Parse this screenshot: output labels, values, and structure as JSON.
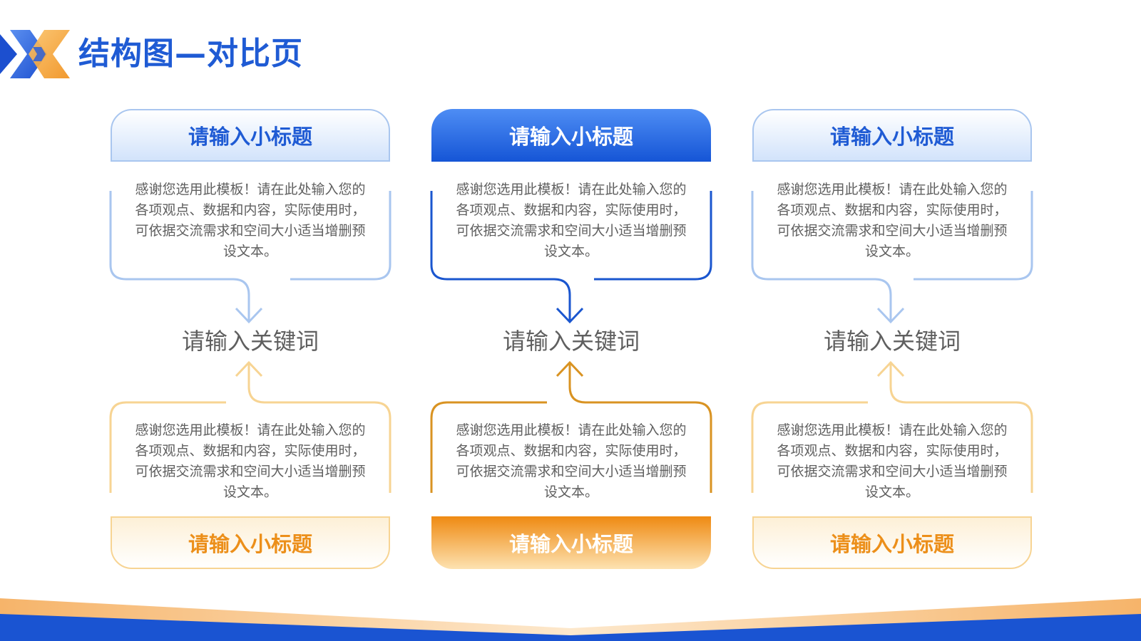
{
  "header": {
    "title": "结构图—对比页",
    "logo_icon": "double-chevron-x-logo-icon"
  },
  "colors": {
    "brand_blue": "#1f5bd4",
    "light_blue_stroke": "#a9c6ef",
    "dark_blue_stroke": "#1a56cf",
    "brand_orange": "#ec8f1a",
    "light_orange_stroke": "#f7d493",
    "dark_orange_stroke": "#d99322",
    "body_text": "#5f5f5f"
  },
  "columns": [
    {
      "top_heading": "请输入小标题",
      "top_text": "感谢您选用此模板！请在此处输入您的各项观点、数据和内容，实际使用时，可依据交流需求和空间大小适当增删预设文本。",
      "keyword": "请输入关键词",
      "bottom_text": "感谢您选用此模板！请在此处输入您的各项观点、数据和内容，实际使用时，可依据交流需求和空间大小适当增删预设文本。",
      "bottom_heading": "请输入小标题",
      "style": "light"
    },
    {
      "top_heading": "请输入小标题",
      "top_text": "感谢您选用此模板！请在此处输入您的各项观点、数据和内容，实际使用时，可依据交流需求和空间大小适当增删预设文本。",
      "keyword": "请输入关键词",
      "bottom_text": "感谢您选用此模板！请在此处输入您的各项观点、数据和内容，实际使用时，可依据交流需求和空间大小适当增删预设文本。",
      "bottom_heading": "请输入小标题",
      "style": "highlight"
    },
    {
      "top_heading": "请输入小标题",
      "top_text": "感谢您选用此模板！请在此处输入您的各项观点、数据和内容，实际使用时，可依据交流需求和空间大小适当增删预设文本。",
      "keyword": "请输入关键词",
      "bottom_text": "感谢您选用此模板！请在此处输入您的各项观点、数据和内容，实际使用时，可依据交流需求和空间大小适当增删预设文本。",
      "bottom_heading": "请输入小标题",
      "style": "light"
    }
  ]
}
